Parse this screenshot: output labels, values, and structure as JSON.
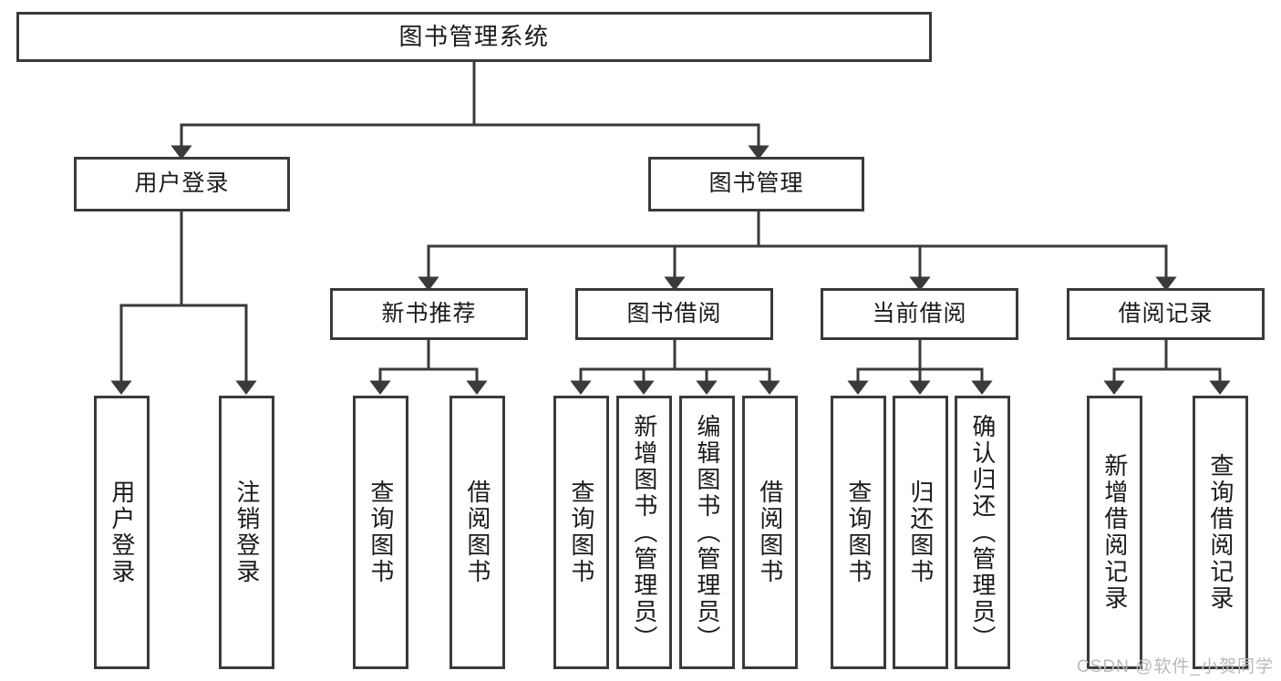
{
  "diagram": {
    "title": "图书管理系统",
    "type": "tree-hierarchy",
    "watermark": "CSDN @软件_小贺同学",
    "colors": {
      "stroke": "#3a3a3a",
      "fill": "#ffffff",
      "text": "#1a1a1a",
      "watermark": "#b9b9b9"
    },
    "levels": {
      "root": "图书管理系统",
      "level2": [
        "用户登录",
        "图书管理"
      ],
      "level3": [
        "新书推荐",
        "图书借阅",
        "当前借阅",
        "借阅记录"
      ]
    },
    "nodes": {
      "root": {
        "label": "图书管理系统"
      },
      "user_login": {
        "label": "用户登录"
      },
      "book_manage": {
        "label": "图书管理"
      },
      "new_book_rec": {
        "label": "新书推荐"
      },
      "book_borrow": {
        "label": "图书借阅"
      },
      "current_borrow": {
        "label": "当前借阅"
      },
      "borrow_record": {
        "label": "借阅记录"
      },
      "leaf_user_login": {
        "label": "用户登录"
      },
      "leaf_logout": {
        "label": "注销登录"
      },
      "leaf_query_book_1": {
        "label": "查询图书"
      },
      "leaf_borrow_book_1": {
        "label": "借阅图书"
      },
      "leaf_query_book_2": {
        "label": "查询图书"
      },
      "leaf_add_book": {
        "label": "新增图书（管理员）"
      },
      "leaf_edit_book": {
        "label": "编辑图书（管理员）"
      },
      "leaf_borrow_book_2": {
        "label": "借阅图书"
      },
      "leaf_query_book_3": {
        "label": "查询图书"
      },
      "leaf_return_book": {
        "label": "归还图书"
      },
      "leaf_confirm_return": {
        "label": "确认归还（管理员）"
      },
      "leaf_add_record": {
        "label": "新增借阅记录"
      },
      "leaf_query_record": {
        "label": "查询借阅记录"
      }
    },
    "edges": [
      {
        "from": "root",
        "to": "user_login"
      },
      {
        "from": "root",
        "to": "book_manage"
      },
      {
        "from": "user_login",
        "to": "leaf_user_login"
      },
      {
        "from": "user_login",
        "to": "leaf_logout"
      },
      {
        "from": "book_manage",
        "to": "new_book_rec"
      },
      {
        "from": "book_manage",
        "to": "book_borrow"
      },
      {
        "from": "book_manage",
        "to": "current_borrow"
      },
      {
        "from": "book_manage",
        "to": "borrow_record"
      },
      {
        "from": "new_book_rec",
        "to": "leaf_query_book_1"
      },
      {
        "from": "new_book_rec",
        "to": "leaf_borrow_book_1"
      },
      {
        "from": "book_borrow",
        "to": "leaf_query_book_2"
      },
      {
        "from": "book_borrow",
        "to": "leaf_add_book"
      },
      {
        "from": "book_borrow",
        "to": "leaf_edit_book"
      },
      {
        "from": "book_borrow",
        "to": "leaf_borrow_book_2"
      },
      {
        "from": "current_borrow",
        "to": "leaf_query_book_3"
      },
      {
        "from": "current_borrow",
        "to": "leaf_return_book"
      },
      {
        "from": "current_borrow",
        "to": "leaf_confirm_return"
      },
      {
        "from": "borrow_record",
        "to": "leaf_add_record"
      },
      {
        "from": "borrow_record",
        "to": "leaf_query_record"
      }
    ]
  }
}
